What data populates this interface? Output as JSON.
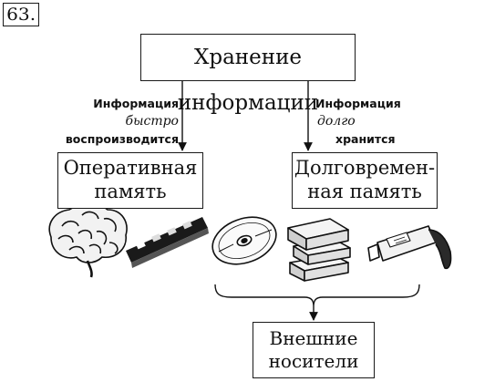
{
  "figure_number": "63.",
  "root": {
    "label": "Хранение информации"
  },
  "left_branch": {
    "label_line1": "Информация",
    "label_line2": "быстро",
    "label_line3": "воспроизводится",
    "box_line1": "Оперативная",
    "box_line2": "память",
    "images": [
      "brain",
      "memory-module"
    ]
  },
  "right_branch": {
    "label_line1": "Информация",
    "label_line2": "долго",
    "label_line3": "хранится",
    "box_line1": "Долговремен-",
    "box_line2": "ная память",
    "images": [
      "cd-disc",
      "books-stack",
      "usb-flash-drive"
    ]
  },
  "external": {
    "line1": "Внешние",
    "line2": "носители"
  }
}
